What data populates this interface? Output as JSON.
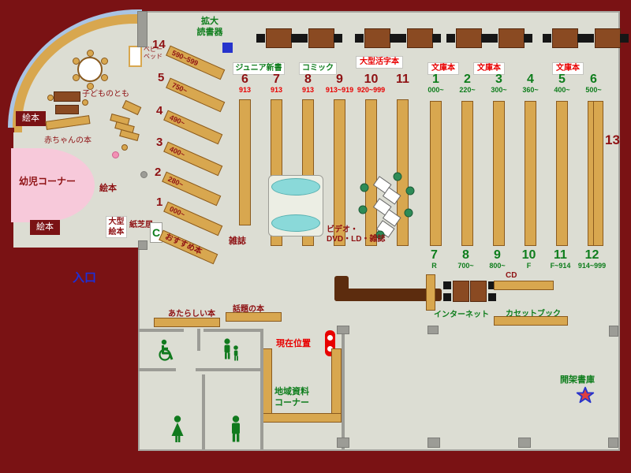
{
  "colors": {
    "background_maroon": "#7a1214",
    "floor": "#dcddd3",
    "wood_shelf": "#d8a74f",
    "table_brown": "#8a4a22",
    "counter_brown": "#5c2c0e",
    "bench_cyan": "#8ad9d9",
    "kids_pink": "#f7c9da",
    "accent_green": "#0e7d1c",
    "accent_red": "#e80000",
    "number_maroon": "#8e1113",
    "entrance_blue": "#1d2fd6",
    "window_arc_blue": "#a9c4e4"
  },
  "device": {
    "line1": "拡大",
    "line2": "読書器"
  },
  "entrance": {
    "label": "入口"
  },
  "sections": {
    "junior": "ジュニア新書",
    "comic": "コミック",
    "large_print": "大型活字本",
    "bunko_a": "文庫本",
    "bunko_b": "文庫本",
    "bunko_c": "文庫本"
  },
  "kids_area": {
    "ehon_top": "絵本",
    "ehon_mid": "絵本",
    "ehon_bottom": "絵本",
    "yoji": "幼児コーナー",
    "akachan": "赤ちゃんの本",
    "kodomo": "子どものとも",
    "ogata1": "大型",
    "ogata2": "絵本",
    "kamishibai": "紙芝居",
    "babybed1": "ベビー",
    "babybed2": "ベッド",
    "fountain": "C"
  },
  "diagonal_shelves": [
    {
      "num": "14",
      "range": "590~599"
    },
    {
      "num": "5",
      "range": "750~"
    },
    {
      "num": "4",
      "range": "490~"
    },
    {
      "num": "3",
      "range": "400~"
    },
    {
      "num": "2",
      "range": "280~"
    },
    {
      "num": "1",
      "range": "000~"
    }
  ],
  "osusume": "おすすめ本",
  "center_stacks": [
    {
      "num": "6",
      "range": "913"
    },
    {
      "num": "7",
      "range": "913"
    },
    {
      "num": "8",
      "range": "913"
    },
    {
      "num": "9",
      "range": "913~919"
    },
    {
      "num": "10",
      "range": "920~999"
    },
    {
      "num": "11",
      "range": ""
    }
  ],
  "right_stacks_top": [
    {
      "num": "1",
      "range": "000~"
    },
    {
      "num": "2",
      "range": "220~"
    },
    {
      "num": "3",
      "range": "300~"
    },
    {
      "num": "4",
      "range": "360~"
    },
    {
      "num": "5",
      "range": "400~"
    },
    {
      "num": "6",
      "range": "500~"
    }
  ],
  "right_stacks_bottom": [
    {
      "num": "7",
      "range": "R"
    },
    {
      "num": "8",
      "range": "700~"
    },
    {
      "num": "9",
      "range": "800~"
    },
    {
      "num": "10",
      "range": "F"
    },
    {
      "num": "11",
      "range": "F~914"
    },
    {
      "num": "12",
      "range": "914~999"
    }
  ],
  "shelf13": "13",
  "magazine": "雑誌",
  "video1": "ビデオ・",
  "video2": "DVD・LD・雑誌",
  "new_books": "あたらしい本",
  "topic_books": "話題の本",
  "current_location": "現在位置",
  "cd": "CD",
  "internet": "インターネット",
  "cassette": "カセットブック",
  "local1": "地域資料",
  "local2": "コーナー",
  "stack_room": "開架書庫",
  "icons": {
    "wheelchair": "wheelchair-icon",
    "parent_child": "parent-child-icon",
    "women": "women-toilet-icon",
    "men": "men-toilet-icon",
    "star": "stack-room-star-icon",
    "location": "current-location-marker",
    "reader": "magnifier-device-icon"
  }
}
